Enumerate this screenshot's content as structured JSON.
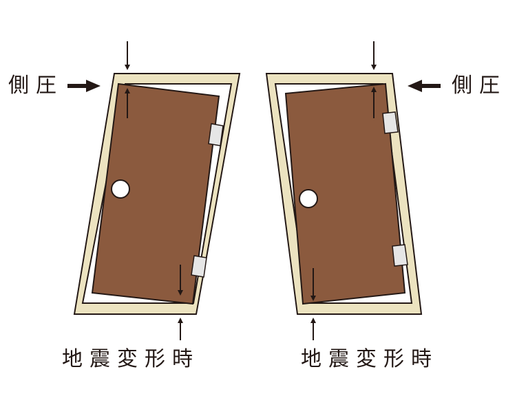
{
  "labels": {
    "side_pressure_left": "側圧",
    "side_pressure_right": "側圧",
    "caption_left": "地震変形時",
    "caption_right": "地震変形時"
  },
  "colors": {
    "frame": "#ECE3C0",
    "door": "#8B5A3E",
    "hinge": "#E6E6E6",
    "stroke": "#231815"
  }
}
